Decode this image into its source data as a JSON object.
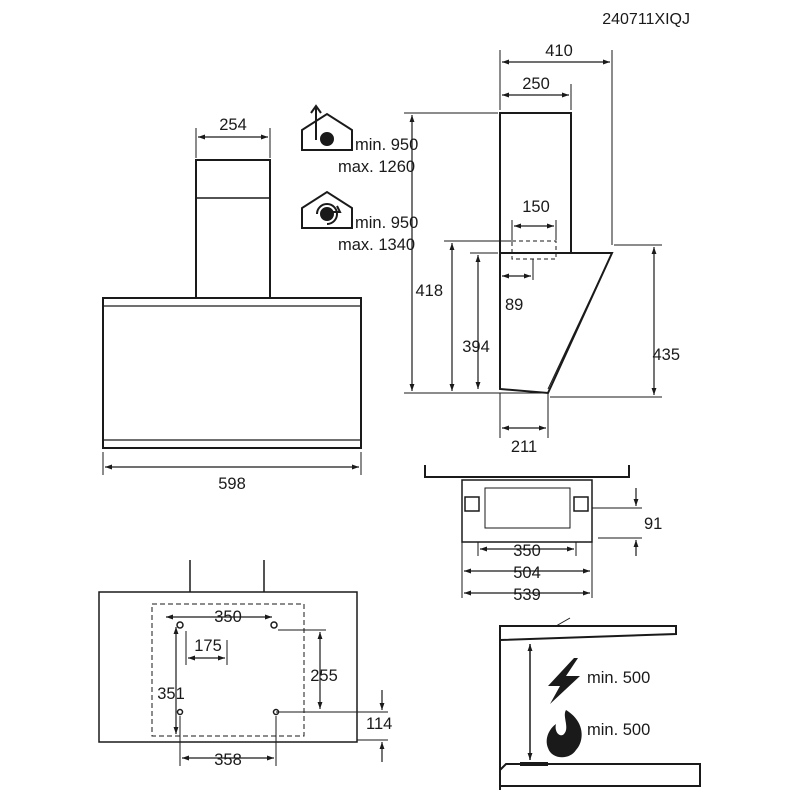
{
  "model_code": "240711XIQJ",
  "colors": {
    "line": "#1a1a1a",
    "background": "#ffffff",
    "guide": "#333333"
  },
  "front_view": {
    "chimney_width": "254",
    "hood_width": "598"
  },
  "height_specs": {
    "extraction_icon": "extraction-mode-icon",
    "extraction_min": "min. 950",
    "extraction_max": "max. 1260",
    "recirculation_icon": "recirculation-mode-icon",
    "recirculation_min": "min. 950",
    "recirculation_max": "max. 1340"
  },
  "side_view": {
    "overall_depth": "410",
    "chimney_depth": "250",
    "outlet_width": "150",
    "outlet_offset": "89",
    "height_418": "418",
    "height_394": "394",
    "height_435": "435",
    "bottom_depth": "211"
  },
  "top_view": {
    "width_350": "350",
    "width_504": "504",
    "width_539": "539",
    "depth_91": "91"
  },
  "mounting_view": {
    "span_350": "350",
    "span_175": "175",
    "height_255": "255",
    "height_351": "351",
    "offset_114": "114",
    "span_358": "358"
  },
  "clearance": {
    "electric_icon": "lightning-icon",
    "electric_min": "min. 500",
    "gas_icon": "flame-icon",
    "gas_min": "min. 500"
  }
}
